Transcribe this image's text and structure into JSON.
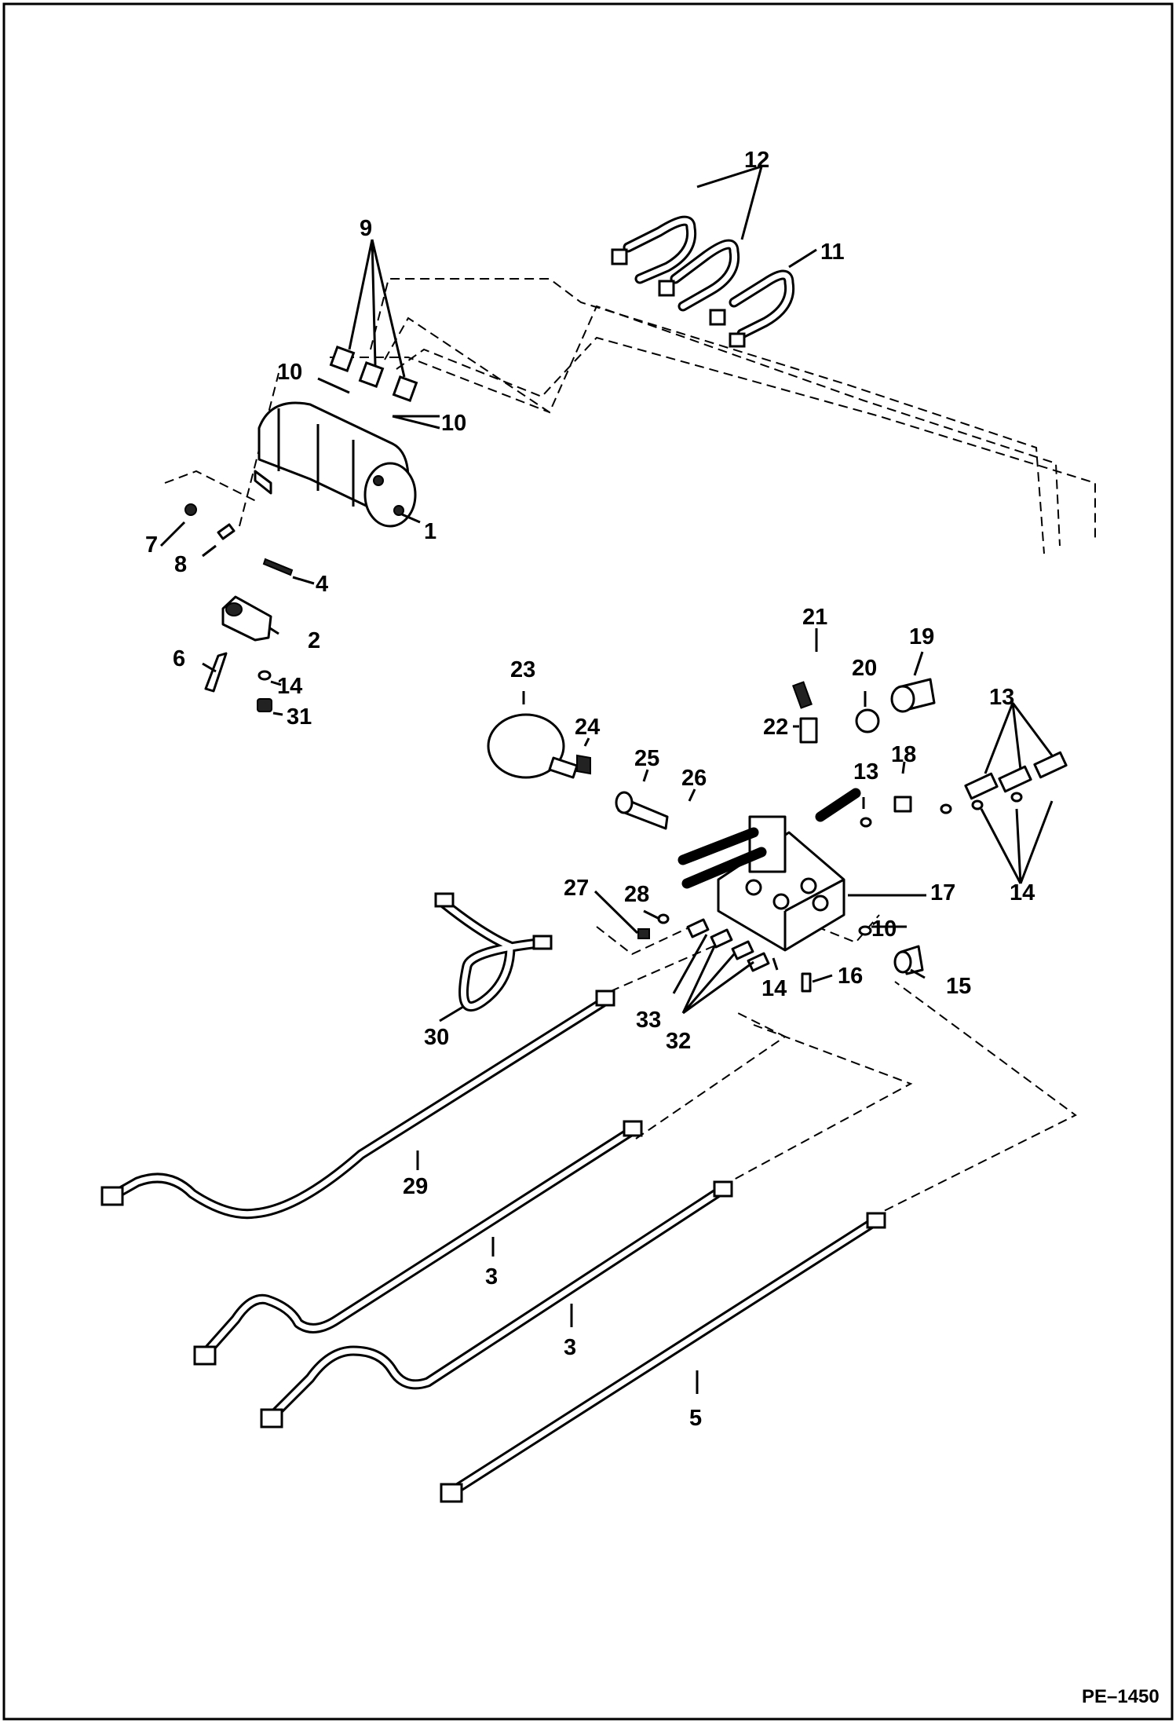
{
  "figure_code": "PE–1450",
  "callouts": [
    "1",
    "2",
    "3",
    "3",
    "4",
    "5",
    "6",
    "7",
    "8",
    "9",
    "10",
    "10",
    "10",
    "11",
    "12",
    "13",
    "13",
    "13",
    "14",
    "14",
    "14",
    "14",
    "15",
    "16",
    "17",
    "18",
    "19",
    "20",
    "21",
    "22",
    "23",
    "24",
    "25",
    "26",
    "27",
    "28",
    "29",
    "30",
    "31",
    "32",
    "33"
  ]
}
